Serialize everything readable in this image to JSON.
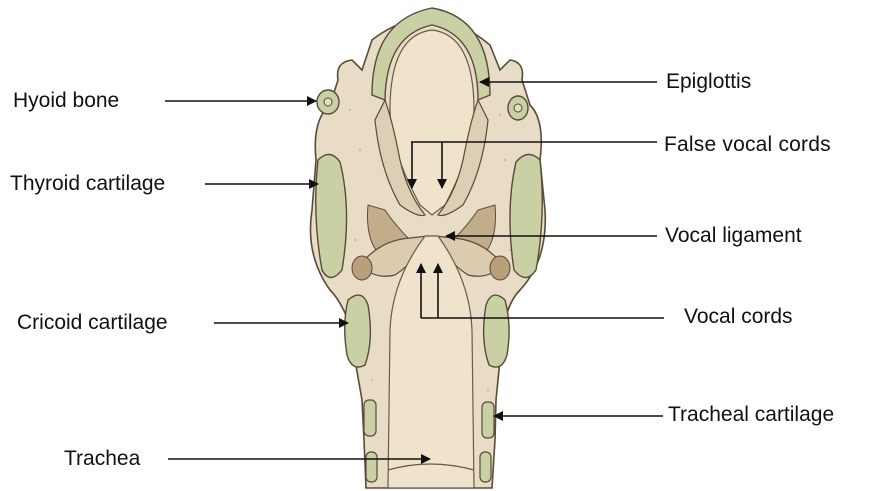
{
  "labels": {
    "hyoid_bone": "Hyoid bone",
    "thyroid_cartilage": "Thyroid cartilage",
    "cricoid_cartilage": "Cricoid cartilage",
    "trachea": "Trachea",
    "epiglottis": "Epiglottis",
    "false_vocal_cords": "False vocal cords",
    "vocal_ligament": "Vocal ligament",
    "vocal_cords": "Vocal cords",
    "tracheal_cartilage": "Tracheal cartilage"
  },
  "colors": {
    "tissue": "#e8dcc6",
    "tissue_shade": "#cdb898",
    "cartilage": "#c9d0a4",
    "outline": "#5a4a3a",
    "lumen": "#f3e9d6",
    "arrow": "#111111"
  }
}
